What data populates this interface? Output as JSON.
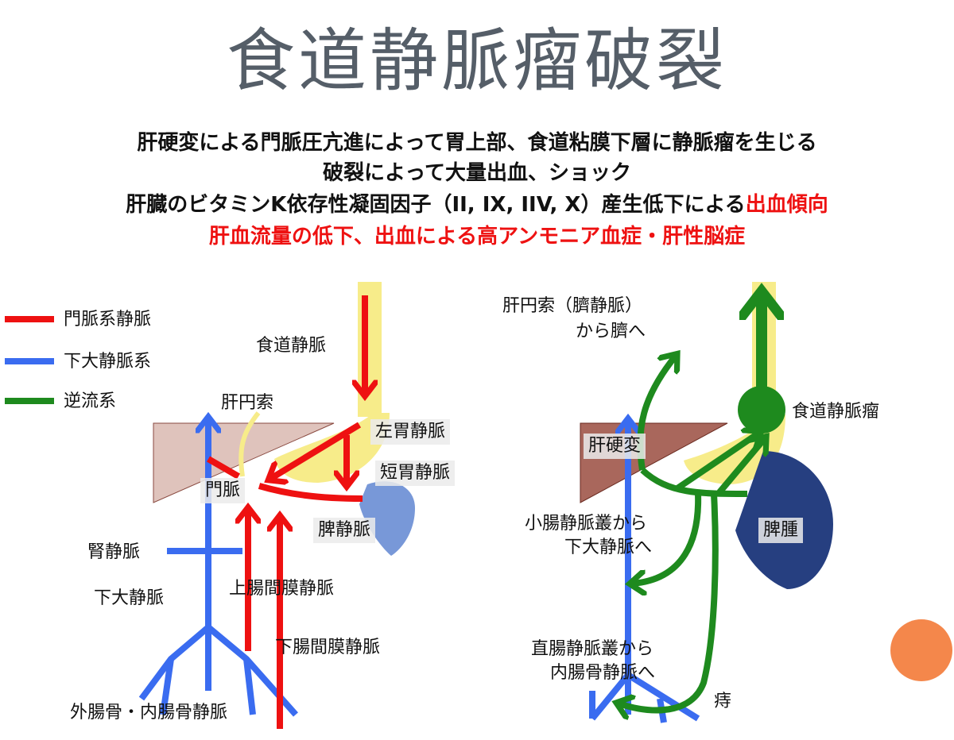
{
  "title": "食道静脈瘤破裂",
  "desc": {
    "line1": "肝硬変による門脈圧亢進によって胃上部、食道粘膜下層に静脈瘤を生じる",
    "line2": "破裂によって大量出血、ショック",
    "line3_a": "肝臓のビタミンK依存性凝固因子（II, IX, IIV, X）産生低下による",
    "line3_b": "出血傾向",
    "line4": "肝血流量の低下、出血による高アンモニア血症・肝性脳症"
  },
  "legend": {
    "red": "門脈系静脈",
    "blue": "下大静脈系",
    "green": "逆流系"
  },
  "left": {
    "esophageal_vein": "食道静脈",
    "umbilical": "肝円索",
    "left_gastric": "左胃静脈",
    "short_gastric": "短胃静脈",
    "portal": "門脈",
    "splenic": "脾静脈",
    "renal": "腎静脈",
    "sup_mesenteric": "上腸間膜静脈",
    "ivc": "下大静脈",
    "inf_mesenteric": "下腸間膜静脈",
    "iliac": "外腸骨・内腸骨静脈"
  },
  "right": {
    "umbilical_1": "肝円索（臍静脈）",
    "umbilical_2": "から臍へ",
    "varix": "食道静脈瘤",
    "cirrhosis": "肝硬変",
    "splenomegaly": "脾腫",
    "small_int_1": "小腸静脈叢から",
    "small_int_2": "下大静脈へ",
    "rectal_1": "直腸静脈叢から",
    "rectal_2": "内腸骨静脈へ",
    "hemorrhoid": "痔"
  },
  "colors": {
    "portal": "#ee1111",
    "ivc": "#3a6cf0",
    "collateral": "#1e8a1e",
    "liver_left": "#d9b8b0",
    "liver_right": "#a0564a",
    "spleen_left": "#7898d8",
    "spleen_right": "#263f80",
    "stomach": "#f7ec8a",
    "accent": "#f4874b",
    "title": "#555e68"
  }
}
